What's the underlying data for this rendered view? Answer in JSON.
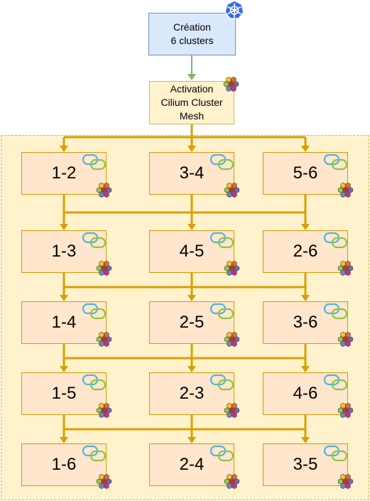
{
  "create_box": {
    "line1": "Création",
    "line2": "6 clusters",
    "badge_icon": "kubernetes-icon"
  },
  "activate_box": {
    "line1": "Activation",
    "line2": "Cilium Cluster",
    "line3": "Mesh",
    "badge_icon": "cilium-icon"
  },
  "rounds": [
    {
      "pairs": [
        "1-2",
        "3-4",
        "5-6"
      ]
    },
    {
      "pairs": [
        "1-3",
        "4-5",
        "2-6"
      ]
    },
    {
      "pairs": [
        "1-4",
        "2-5",
        "3-6"
      ]
    },
    {
      "pairs": [
        "1-5",
        "2-3",
        "4-6"
      ]
    },
    {
      "pairs": [
        "1-6",
        "2-4",
        "3-5"
      ]
    }
  ],
  "pair_icons": [
    "link-icon",
    "cilium-icon"
  ],
  "colors": {
    "create_fill": "#dae8fc",
    "create_stroke": "#6c8ebf",
    "activate_fill": "#fff2cc",
    "activate_stroke": "#d6b656",
    "pair_fill": "#ffe6cc",
    "pair_stroke": "#d79b00",
    "arrow_green": "#82b366",
    "arrow_orange": "#d6a100",
    "kubernetes_blue": "#326ce5"
  }
}
